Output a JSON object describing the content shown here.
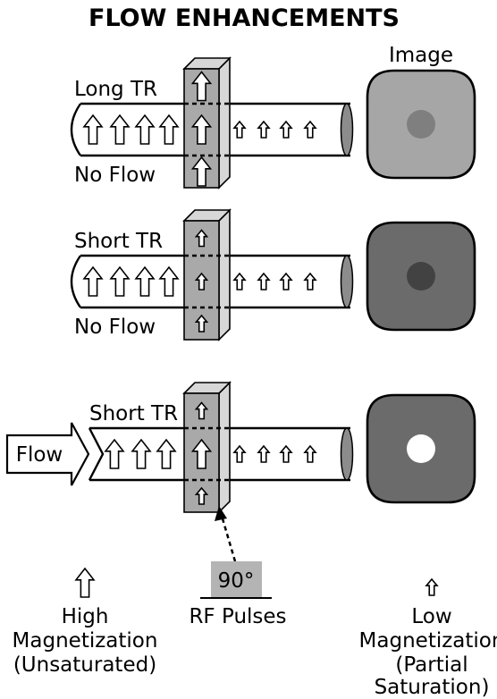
{
  "title": "FLOW ENHANCEMENTS",
  "image_header": "Image",
  "rows": [
    {
      "tr_label": "Long TR",
      "flow_label": "No Flow",
      "slab_arrows": [
        "large",
        "large",
        "large"
      ],
      "signal": "medium"
    },
    {
      "tr_label": "Short TR",
      "flow_label": "No Flow",
      "slab_arrows": [
        "small",
        "small",
        "small"
      ],
      "signal": "dark"
    },
    {
      "tr_label": "Short TR",
      "flow_label": "Flow",
      "slab_arrows": [
        "small",
        "large",
        "small"
      ],
      "signal": "bright"
    }
  ],
  "pulse": {
    "angle": "90°",
    "label": "RF Pulses"
  },
  "legend": {
    "high_line1": "High",
    "high_line2": "Magnetization",
    "high_line3": "(Unsaturated)",
    "low_line1": "Low",
    "low_line2": "Magnetization",
    "low_line3": "(Partial",
    "low_line4": "Saturation)"
  },
  "colors": {
    "slab_front": "#a9a9a9",
    "slab_side": "#d7d7d7",
    "square_light": "#a6a6a6",
    "square_dark": "#6b6b6b",
    "dot_mid": "#7f7f7f",
    "dot_dark": "#424242",
    "dot_bright": "#ffffff",
    "ink": "#000000"
  }
}
